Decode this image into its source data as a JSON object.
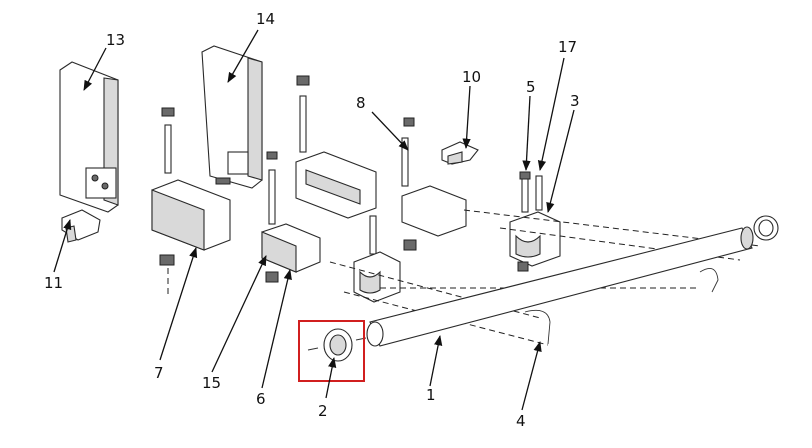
{
  "callouts": {
    "c1": "1",
    "c2": "2",
    "c3": "3",
    "c4": "4",
    "c5": "5",
    "c6": "6",
    "c7": "7",
    "c8": "8",
    "c10": "10",
    "c11": "11",
    "c13": "13",
    "c14": "14",
    "c15": "15",
    "c17": "17"
  },
  "colors": {
    "highlight": "#d11f1f",
    "line": "#222222"
  }
}
